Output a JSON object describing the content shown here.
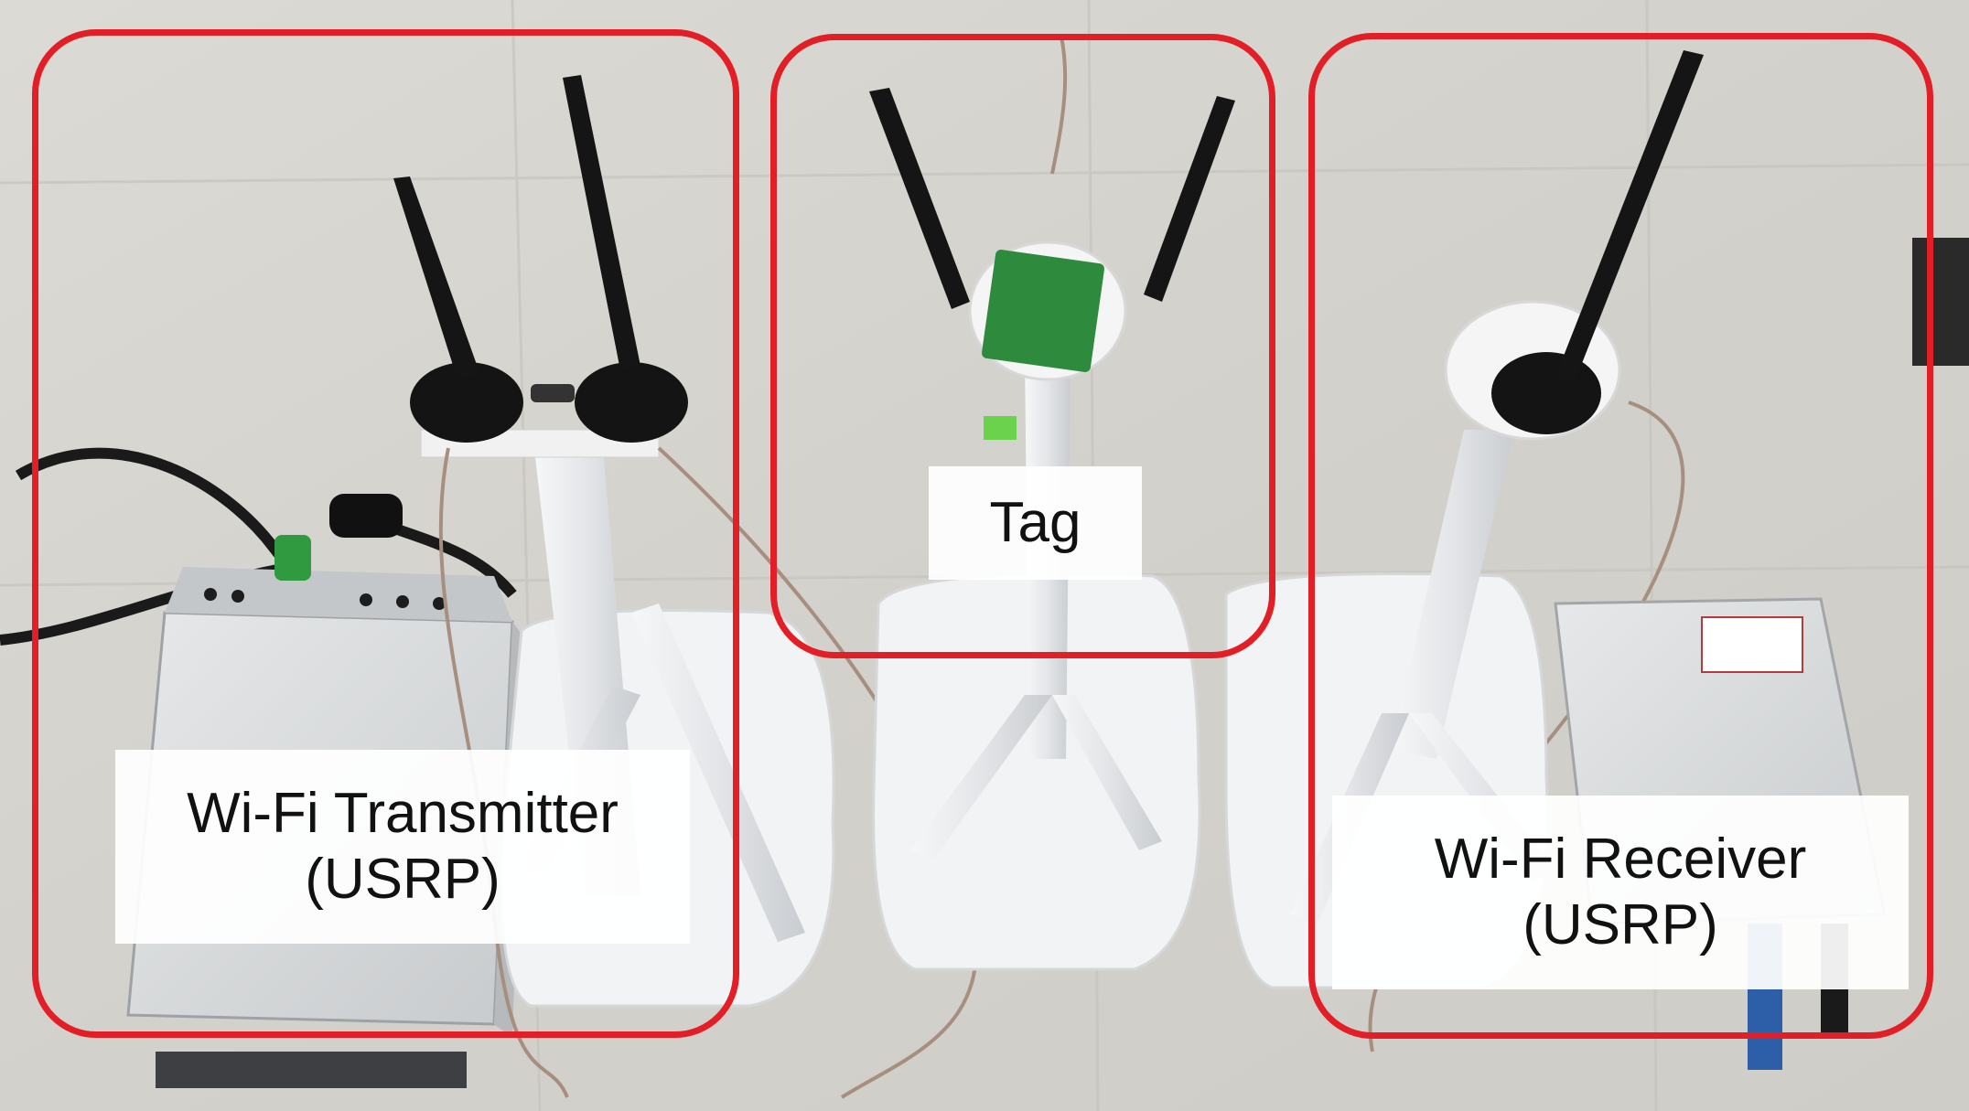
{
  "labels": {
    "transmitter": {
      "line1": "Wi-Fi Transmitter",
      "line2": "(USRP)"
    },
    "tag": {
      "line1": "Tag"
    },
    "receiver": {
      "line1": "Wi-Fi Receiver",
      "line2": "(USRP)"
    }
  },
  "colors": {
    "highlight_border": "#e21f26",
    "floor": "#d8d6d0",
    "antenna": "#151515",
    "stand": "#eef0f2",
    "pcb": "#2e8b3e",
    "device_case": "#dcdedf"
  }
}
